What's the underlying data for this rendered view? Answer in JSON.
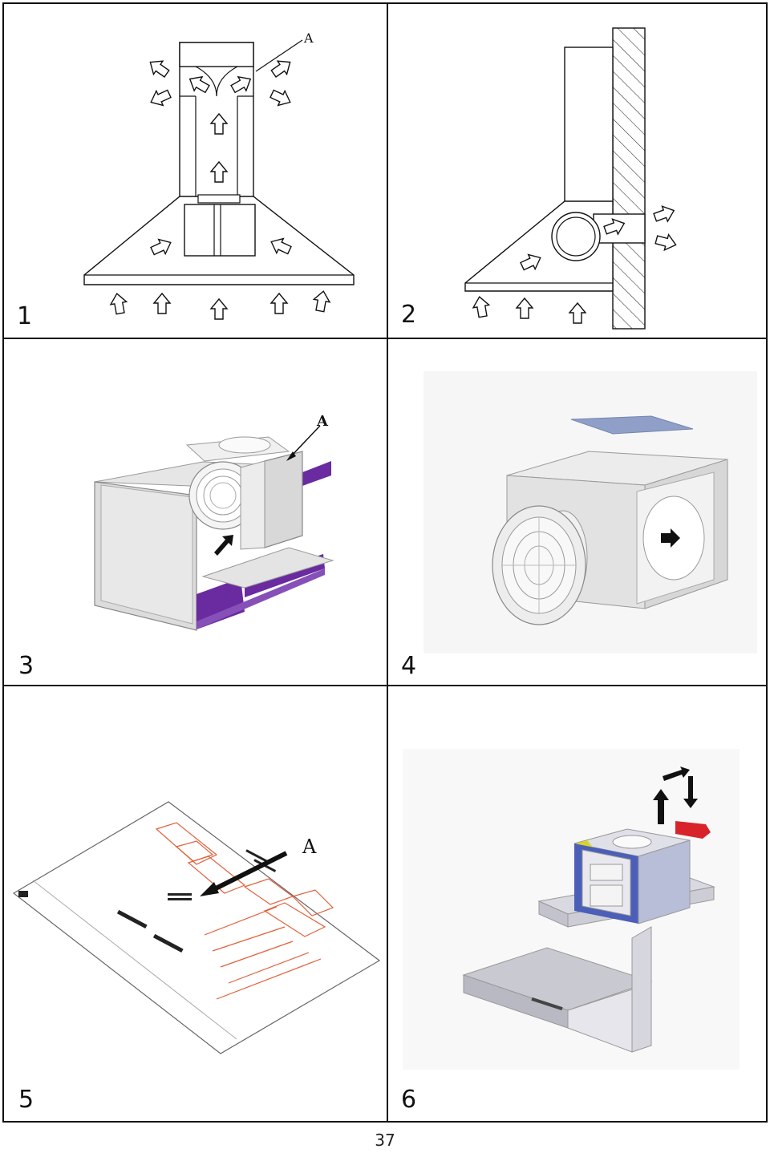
{
  "panels": [
    {
      "number": "1",
      "callout": "A"
    },
    {
      "number": "2"
    },
    {
      "number": "3",
      "callout": "A"
    },
    {
      "number": "4"
    },
    {
      "number": "5",
      "callout": "A"
    },
    {
      "number": "6"
    }
  ],
  "page_number": "37",
  "colors": {
    "line": "#111111",
    "duct_purple": "#6a2aa0",
    "filter_blue": "#8f9fc8",
    "frame_blue": "#4b5fb8",
    "accent_red": "#d8232a",
    "accent_yellow": "#d9d42a",
    "template_red": "#e2603a"
  }
}
